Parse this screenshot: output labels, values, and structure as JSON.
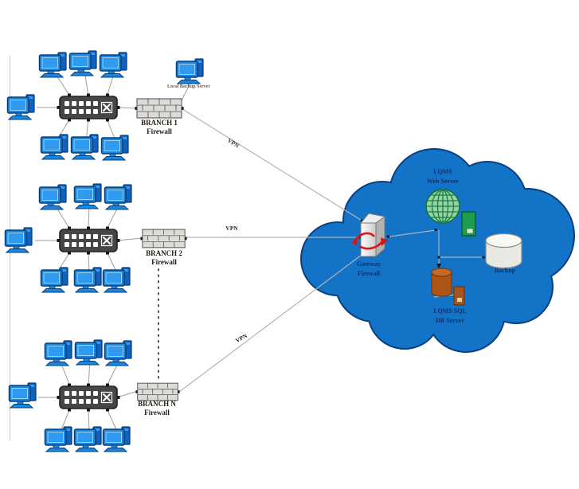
{
  "diagram": {
    "branches": [
      {
        "name": "BRANCH 1",
        "type_label": "Firewall",
        "vpn_label": "VPN",
        "local_backup_label": "Local Backup Server"
      },
      {
        "name": "BRANCH 2",
        "type_label": "Firewall",
        "vpn_label": "VPN"
      },
      {
        "name": "BRANCH N",
        "type_label": "Firewall",
        "vpn_label": "VPN"
      }
    ],
    "cloud": {
      "gateway": {
        "line1": "Gateway",
        "line2": "Firewall"
      },
      "web_server": {
        "line1": "LQMS",
        "line2": "Web Server"
      },
      "db_server": {
        "line1": "LQMS SQL",
        "line2": "DB Server"
      },
      "backup": {
        "label": "Backup"
      }
    },
    "colors": {
      "cloud_fill": "#1273c7",
      "cloud_stroke": "#0b3f7e",
      "pc_blue": "#1787e0",
      "connector_gray": "#a8a8a8"
    }
  }
}
